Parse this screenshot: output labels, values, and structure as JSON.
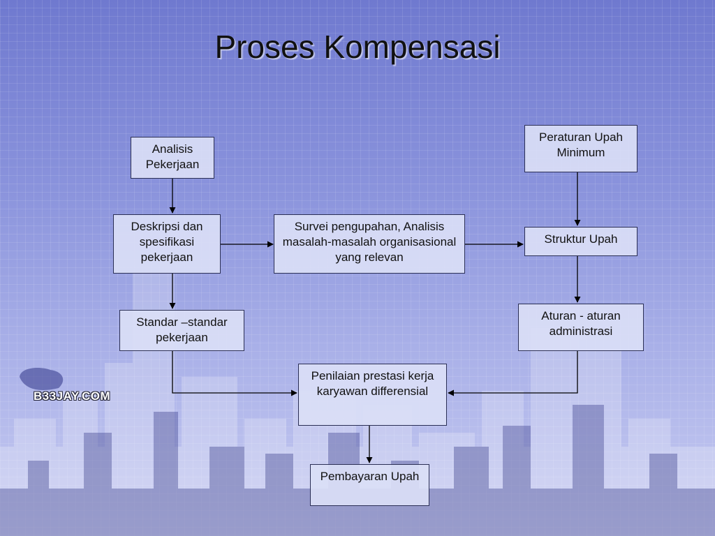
{
  "title": "Proses Kompensasi",
  "watermark": "B33JAY.COM",
  "nodes": {
    "analisis": "Analisis Pekerjaan",
    "deskripsi": "Deskripsi dan spesifikasi pekerjaan",
    "survei": "Survei pengupahan, Analisis masalah-masalah organisasional yang relevan",
    "peraturan": "Peraturan Upah Minimum",
    "struktur": "Struktur Upah",
    "standar": "Standar –standar pekerjaan",
    "aturan": "Aturan - aturan administrasi",
    "penilaian": "Penilaian prestasi kerja karyawan differensial",
    "pembayaran": "Pembayaran Upah"
  },
  "edges": [
    {
      "from": "analisis",
      "to": "deskripsi"
    },
    {
      "from": "deskripsi",
      "to": "survei"
    },
    {
      "from": "survei",
      "to": "struktur"
    },
    {
      "from": "peraturan",
      "to": "struktur"
    },
    {
      "from": "deskripsi",
      "to": "standar"
    },
    {
      "from": "struktur",
      "to": "aturan"
    },
    {
      "from": "standar",
      "to": "penilaian"
    },
    {
      "from": "aturan",
      "to": "penilaian"
    },
    {
      "from": "penilaian",
      "to": "pembayaran"
    }
  ]
}
